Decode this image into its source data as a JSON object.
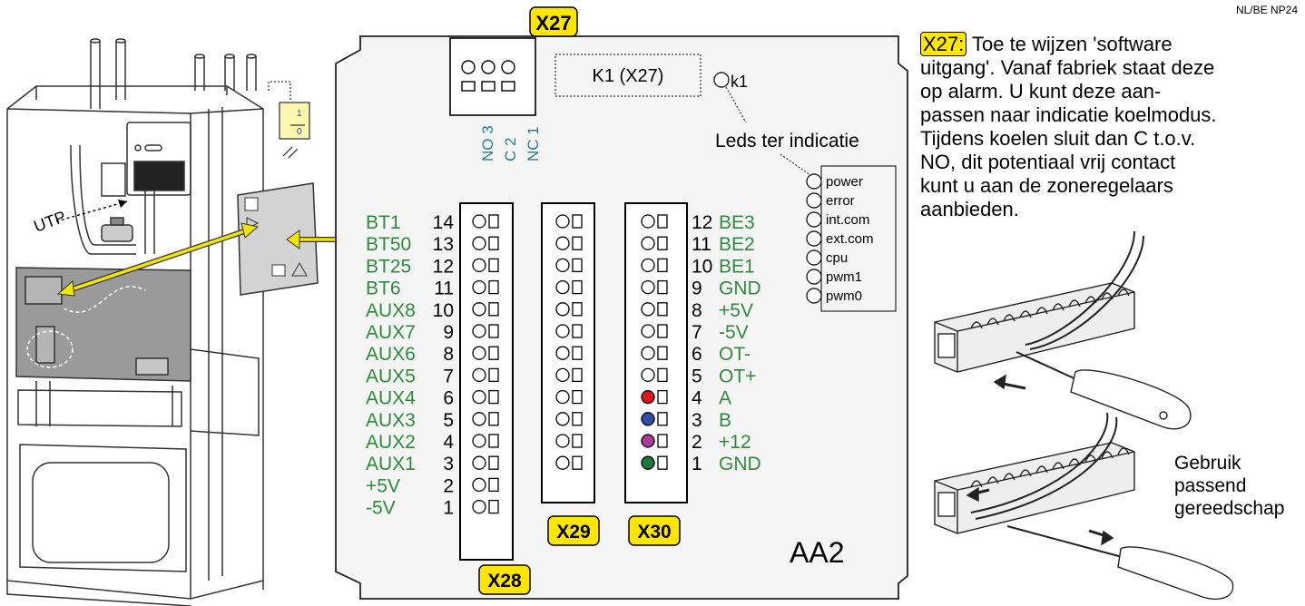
{
  "doc_code": "NL/BE NP24",
  "description": {
    "tag": "X27:",
    "lines": [
      "Toe te wijzen 'software",
      "uitgang'. Vanaf fabriek staat deze",
      "op alarm. U kunt deze aan-",
      "passen naar indicatie koelmodus.",
      "Tijdens koelen sluit dan C t.o.v.",
      "NO, dit potentiaal vrij contact",
      "kunt u aan de zoneregelaars",
      "aanbieden."
    ]
  },
  "tool_caption": [
    "Gebruik",
    "passend",
    "gereedschap"
  ],
  "utp_label": "UTP",
  "switch_labels": [
    "1",
    "0"
  ],
  "board": {
    "name": "AA2",
    "relay_label": "K1 (X27)",
    "k1_label": "k1",
    "leds_caption": "Leds ter indicatie",
    "leds": [
      "power",
      "error",
      "int.com",
      "ext.com",
      "cpu",
      "pwm1",
      "pwm0"
    ],
    "x27_tag": "X27",
    "x27_pins": [
      "NO 3",
      "C 2",
      "NC 1"
    ],
    "x28_tag": "X28",
    "x29_tag": "X29",
    "x30_tag": "X30",
    "x28_terminals": [
      {
        "name": "BT1",
        "num": "14"
      },
      {
        "name": "BT50",
        "num": "13"
      },
      {
        "name": "BT25",
        "num": "12"
      },
      {
        "name": "BT6",
        "num": "11"
      },
      {
        "name": "AUX8",
        "num": "10"
      },
      {
        "name": "AUX7",
        "num": "9"
      },
      {
        "name": "AUX6",
        "num": "8"
      },
      {
        "name": "AUX5",
        "num": "7"
      },
      {
        "name": "AUX4",
        "num": "6"
      },
      {
        "name": "AUX3",
        "num": "5"
      },
      {
        "name": "AUX2",
        "num": "4"
      },
      {
        "name": "AUX1",
        "num": "3"
      },
      {
        "name": "+5V",
        "num": "2"
      },
      {
        "name": "-5V",
        "num": "1"
      }
    ],
    "x30_terminals": [
      {
        "num": "12",
        "name": "BE3",
        "led": ""
      },
      {
        "num": "11",
        "name": "BE2",
        "led": ""
      },
      {
        "num": "10",
        "name": "BE1",
        "led": ""
      },
      {
        "num": "9",
        "name": "GND",
        "led": ""
      },
      {
        "num": "8",
        "name": "+5V",
        "led": ""
      },
      {
        "num": "7",
        "name": "-5V",
        "led": ""
      },
      {
        "num": "6",
        "name": "OT-",
        "led": ""
      },
      {
        "num": "5",
        "name": "OT+",
        "led": ""
      },
      {
        "num": "4",
        "name": "A",
        "led": "#e0161e"
      },
      {
        "num": "3",
        "name": "B",
        "led": "#2d4fa8"
      },
      {
        "num": "2",
        "name": "+12",
        "led": "#a83b9c"
      },
      {
        "num": "1",
        "name": "GND",
        "led": "#1a7a3a"
      }
    ]
  },
  "colors": {
    "label_green": "#2e8b3a",
    "pin_teal": "#1f7f8a",
    "tag_yellow": "#ffe600",
    "arrow_yellow": "#f2e600"
  }
}
